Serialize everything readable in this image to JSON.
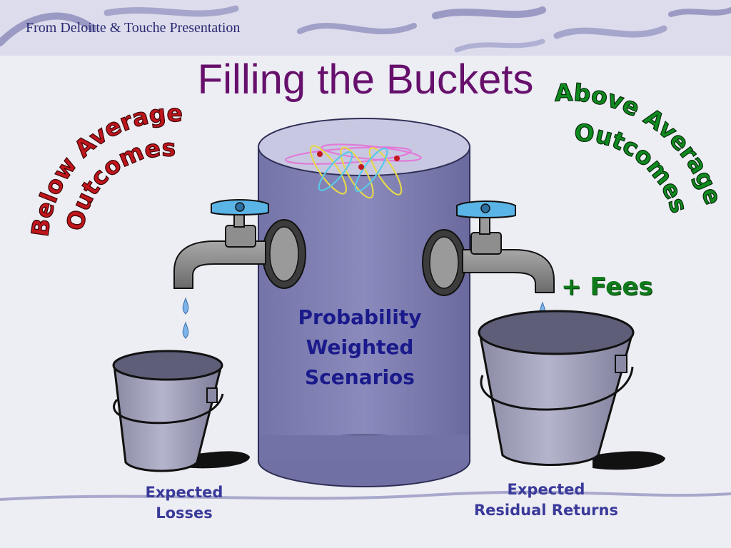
{
  "source_note": "From Deloitte & Touche Presentation",
  "title": "Filling the Buckets",
  "left_arc": {
    "line1": "Below Average",
    "line2": "Outcomes",
    "color": "#c0151c"
  },
  "right_arc": {
    "line1": "Above Average",
    "line2": "Outcomes",
    "color": "#0f8a1f"
  },
  "fees": "+ Fees",
  "center_label": {
    "line1": "Probability",
    "line2": "Weighted",
    "line3": "Scenarios"
  },
  "left_bucket_label": {
    "line1": "Expected",
    "line2": "Losses"
  },
  "right_bucket_label": {
    "line1": "Expected",
    "line2": "Residual Returns"
  },
  "icons": [
    "water-tank",
    "faucet",
    "water-drop",
    "bucket",
    "atom-scatter"
  ]
}
